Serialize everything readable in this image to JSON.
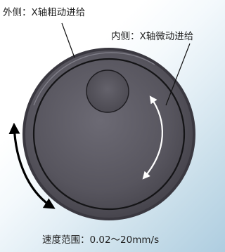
{
  "labels": {
    "outer": "外侧：X轴粗动进给",
    "inner": "内侧：X轴微动进给",
    "speed": "速度范围：0.02～20mm/s"
  },
  "colors": {
    "knob_face": "#595761",
    "knob_rim": "#1a1a1c",
    "outer_arrow": "#000000",
    "inner_arrow": "#ffffff",
    "leader_line": "#111111"
  },
  "icons": {
    "outer_rotation": "curved-double-arrow",
    "inner_rotation": "curved-double-arrow"
  }
}
